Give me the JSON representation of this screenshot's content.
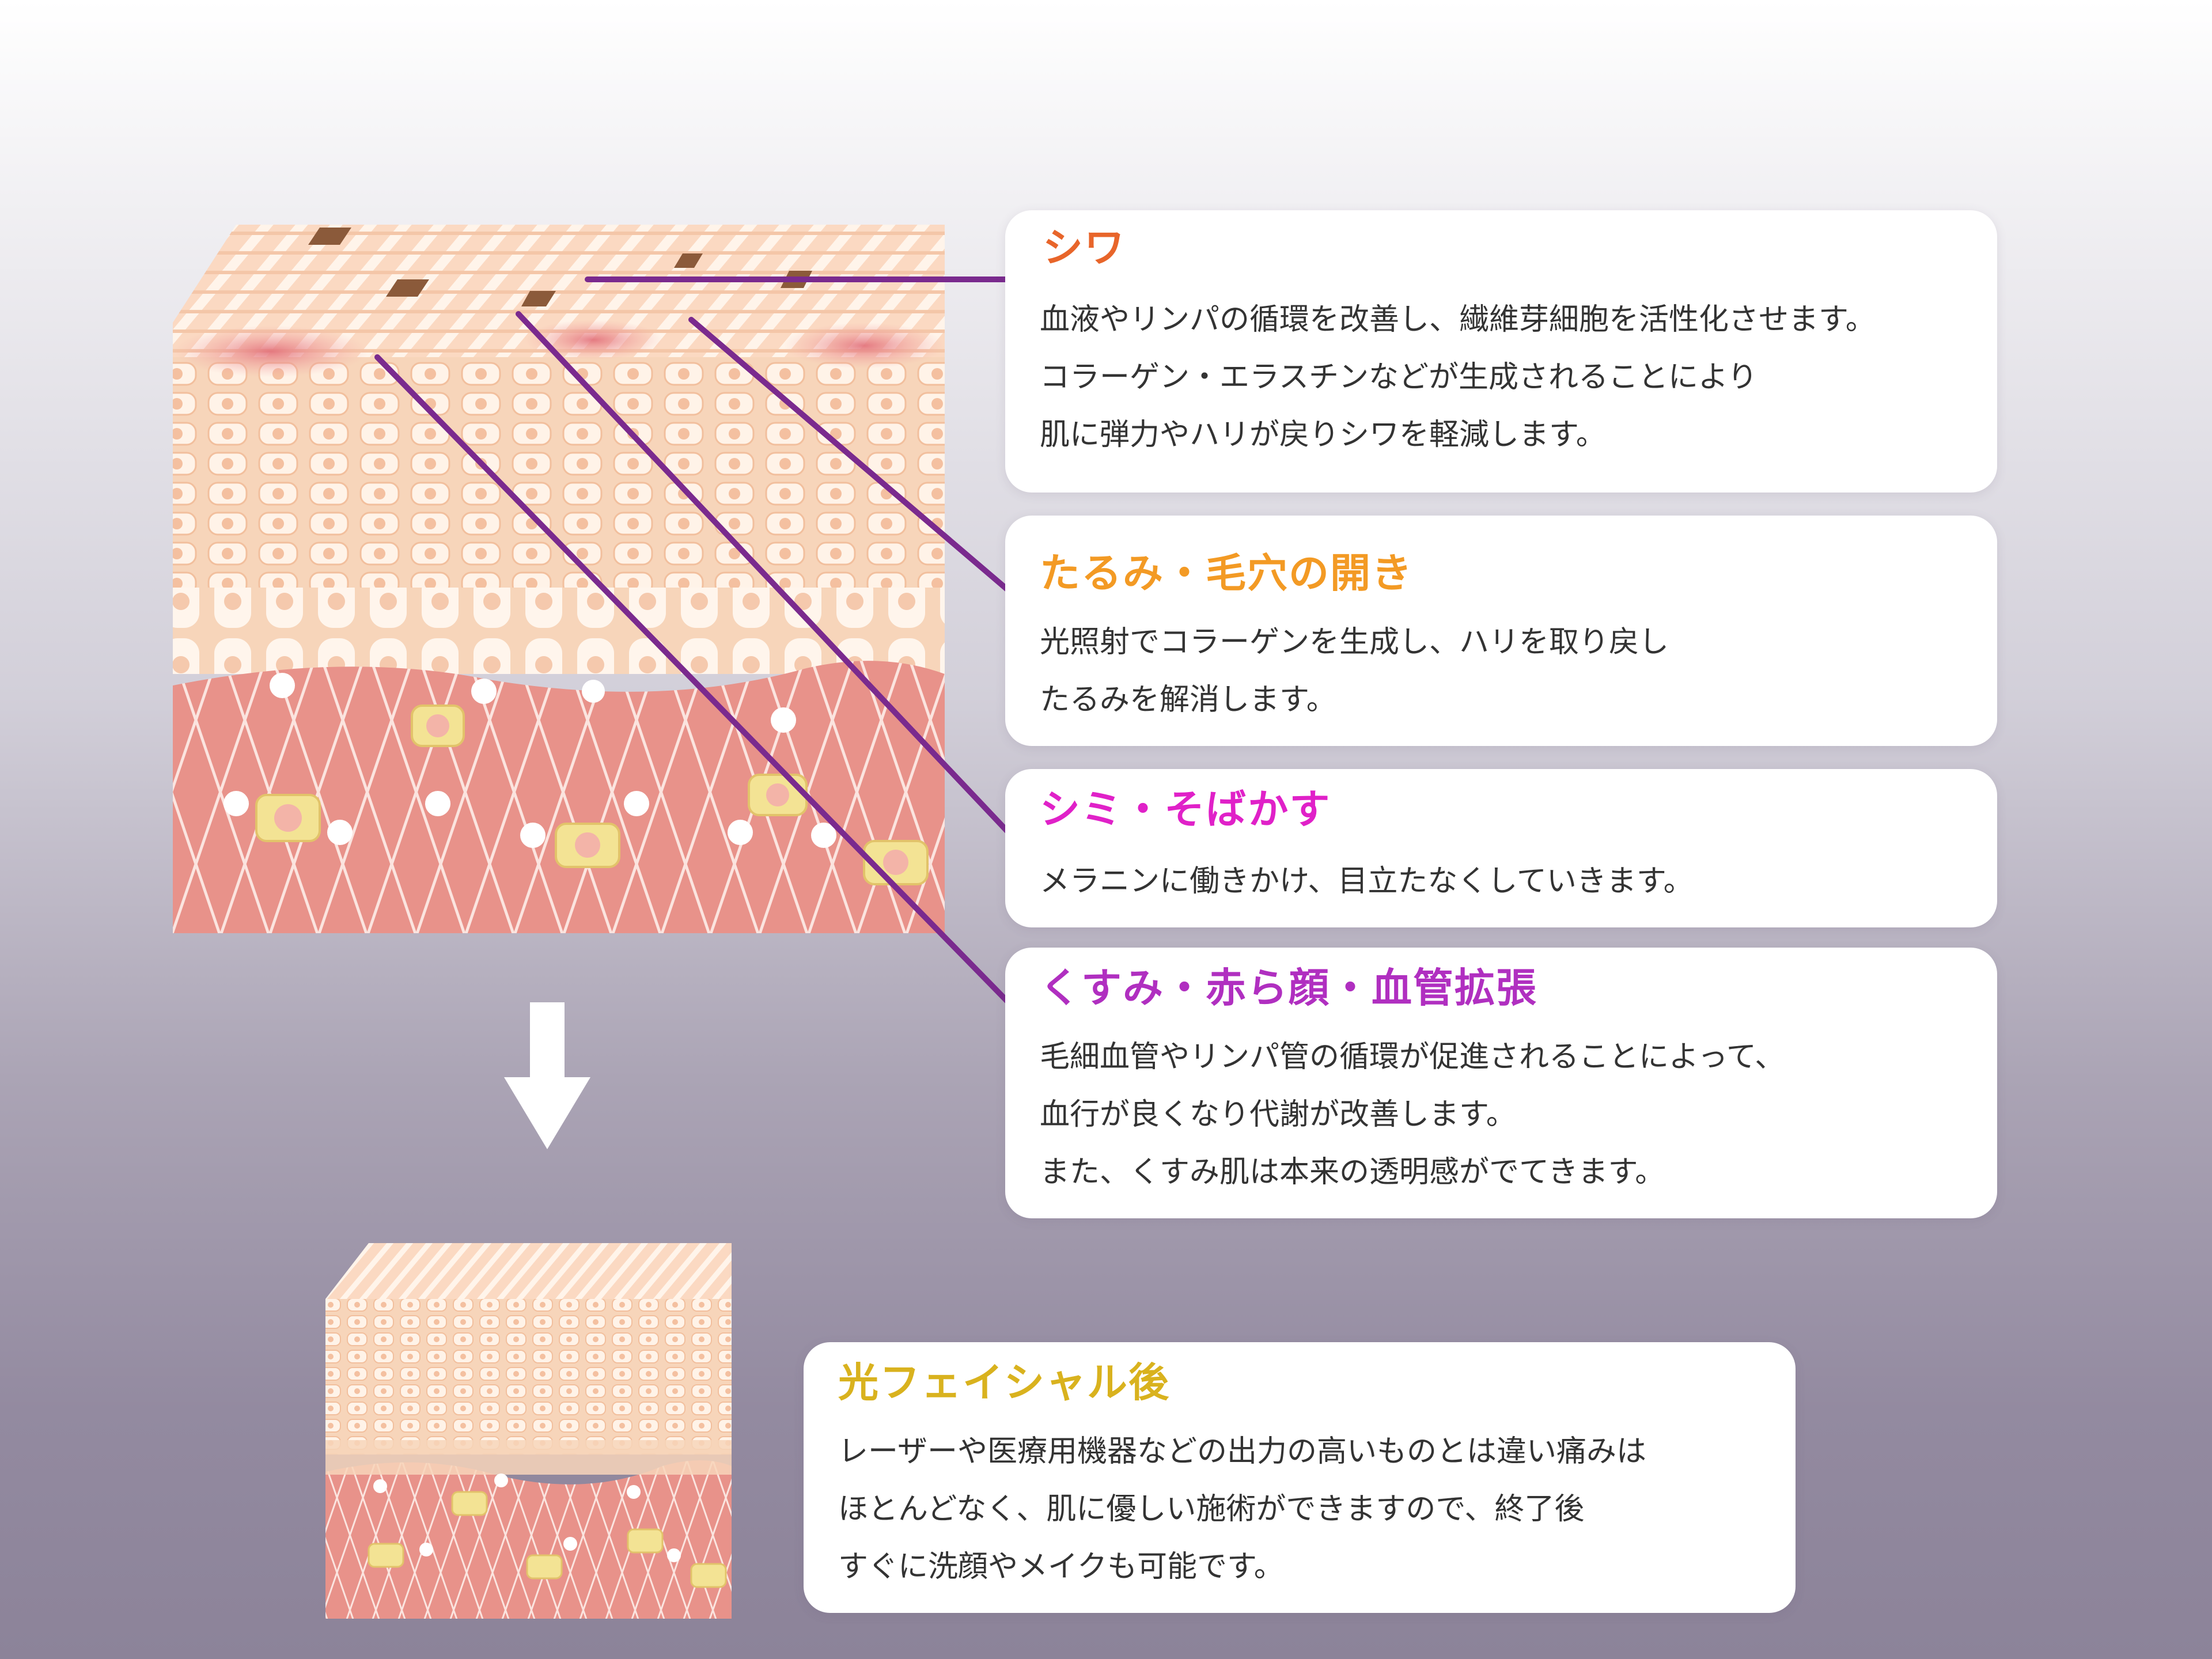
{
  "colors": {
    "leader_line": "#7a2a8e",
    "title_shiwa": "#e8652a",
    "title_tarumi": "#f39a24",
    "title_shimi": "#e021c8",
    "title_kusumi": "#b02fc0",
    "title_after": "#d9b21e",
    "skin_surface": "#fbd9c2",
    "skin_cells": "#f6d0b4",
    "dermis": "#e9928a"
  },
  "icons": {
    "arrow": "down-arrow-icon"
  },
  "boxes": {
    "shiwa": {
      "title": "シワ",
      "lines": [
        "血液やリンパの循環を改善し、繊維芽細胞を活性化させます。",
        "コラーゲン・エラスチンなどが生成されることにより",
        "肌に弾力やハリが戻りシワを軽減します。"
      ]
    },
    "tarumi": {
      "title": "たるみ・毛穴の開き",
      "lines": [
        "光照射でコラーゲンを生成し、ハリを取り戻し",
        "たるみを解消します。"
      ]
    },
    "shimi": {
      "title": "シミ・そばかす",
      "lines": [
        "メラニンに働きかけ、目立たなくしていきます。"
      ]
    },
    "kusumi": {
      "title": "くすみ・赤ら顔・血管拡張",
      "lines": [
        "毛細血管やリンパ管の循環が促進されることによって、",
        "血行が良くなり代謝が改善します。",
        "また、くすみ肌は本来の透明感がでてきます。"
      ]
    },
    "after": {
      "title": "光フェイシャル後",
      "lines": [
        "レーザーや医療用機器などの出力の高いものとは違い痛みは",
        "ほとんどなく、肌に優しい施術ができますので、終了後",
        "すぐに洗顔やメイクも可能です。"
      ]
    }
  }
}
